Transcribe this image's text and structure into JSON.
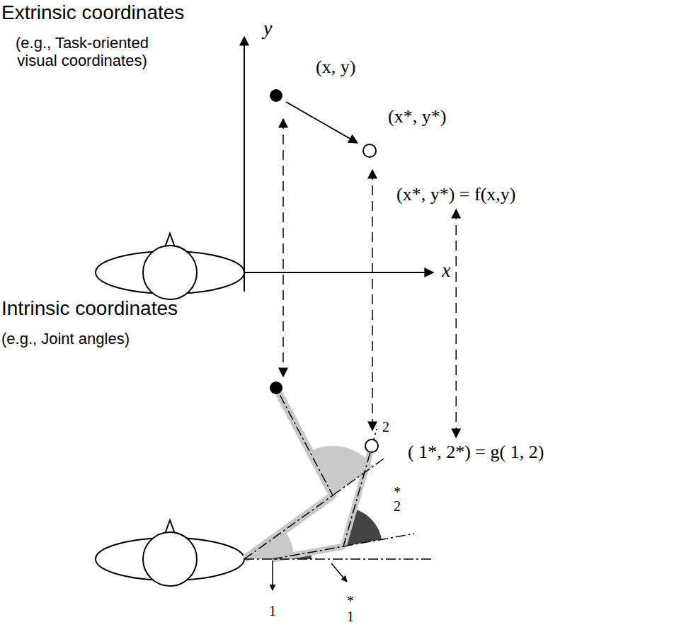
{
  "diagram": {
    "nodes": [
      {
        "text": [
          "(x*, y*) = f(x,y)"
        ]
      },
      {
        "text": [
          "( 1*, 2*) = g( 1, 2)"
        ]
      }
    ],
    "edges": [
      {
        "from": 0,
        "to": 1,
        "arrow": "both"
      }
    ],
    "labels": [
      "Extrinsic coordinates",
      "(e.g., Task-oriented visual coordinates)",
      "y",
      "x",
      "(x, y)",
      "(x*, y*)",
      "Intrinsic coordinates",
      "(e.g., Joint angles)",
      "2",
      "*",
      "2",
      "1",
      "*",
      "1"
    ]
  }
}
